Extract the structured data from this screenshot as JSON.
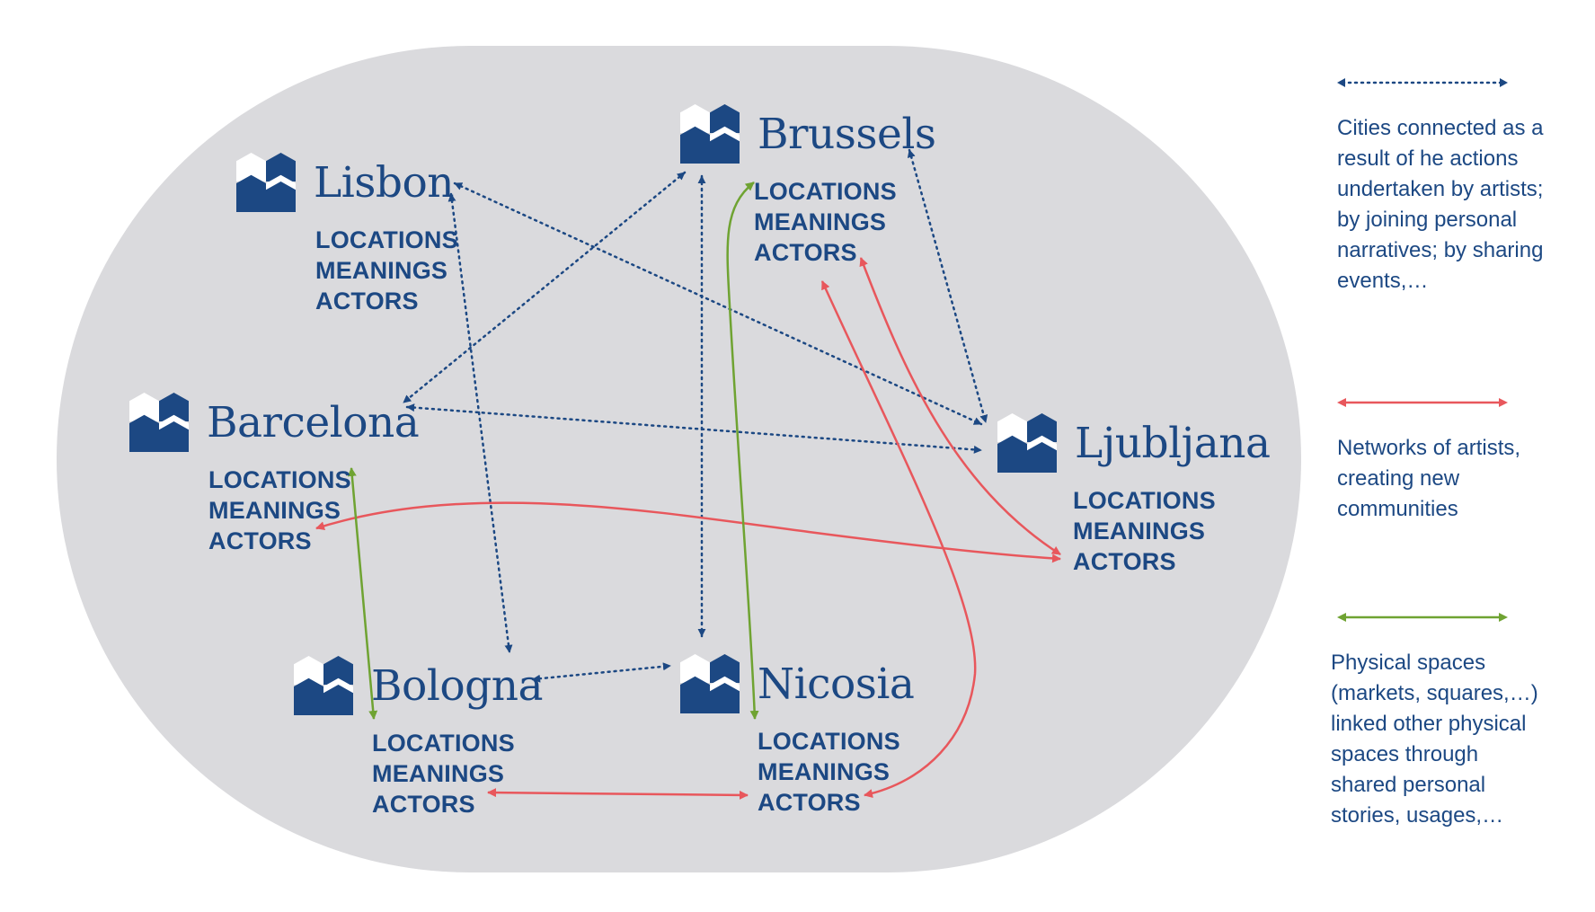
{
  "colors": {
    "navy": "#1c4883",
    "red": "#e8575c",
    "green": "#6fa332",
    "background": "#dadadd"
  },
  "cities": [
    {
      "name": "Lisbon",
      "tags": [
        "LOCATIONS",
        "MEANINGS",
        "ACTORS"
      ]
    },
    {
      "name": "Brussels",
      "tags": [
        "LOCATIONS",
        "MEANINGS",
        "ACTORS"
      ]
    },
    {
      "name": "Barcelona",
      "tags": [
        "LOCATIONS",
        "MEANINGS",
        "ACTORS"
      ]
    },
    {
      "name": "Ljubljana",
      "tags": [
        "LOCATIONS",
        "MEANINGS",
        "ACTORS"
      ]
    },
    {
      "name": "Bologna",
      "tags": [
        "LOCATIONS",
        "MEANINGS",
        "ACTORS"
      ]
    },
    {
      "name": "Nicosia",
      "tags": [
        "LOCATIONS",
        "MEANINGS",
        "ACTORS"
      ]
    }
  ],
  "legend": [
    {
      "style": "dotted-navy-arrow",
      "text": "Cities connected as a result of he actions undertaken by artists; by joining personal narratives; by sharing events,…"
    },
    {
      "style": "red-arrow",
      "text": "Networks of artists, creating new communities"
    },
    {
      "style": "green-arrow",
      "text": "Physical spaces (markets, squares,…) linked other physical spaces through shared personal stories, usages,…"
    }
  ],
  "icons": {
    "city_logo": "house-blocks-icon"
  }
}
